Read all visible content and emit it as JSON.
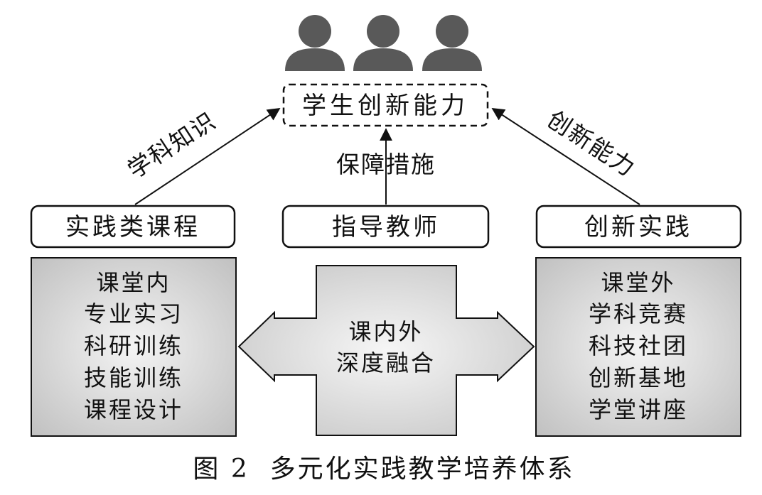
{
  "goal": {
    "label": "学生创新能力"
  },
  "edges": {
    "left": "学科知识",
    "middle": "保障措施",
    "right": "创新能力"
  },
  "nodes": {
    "left": "实践类课程",
    "middle": "指导教师",
    "right": "创新实践"
  },
  "left_panel": {
    "lines": [
      "课堂内",
      "专业实习",
      "科研训练",
      "技能训练",
      "课程设计"
    ]
  },
  "right_panel": {
    "lines": [
      "课堂外",
      "学科竞赛",
      "科技社团",
      "创新基地",
      "学堂讲座"
    ]
  },
  "center_arrow": {
    "lines": [
      "课内外",
      "深度融合"
    ]
  },
  "caption": "图 2  多元化实践教学培养体系",
  "colors": {
    "person_icon": "#595959",
    "panel_light": "#f2f2f2",
    "panel_dark": "#bfbfbf",
    "stroke": "#111111"
  }
}
